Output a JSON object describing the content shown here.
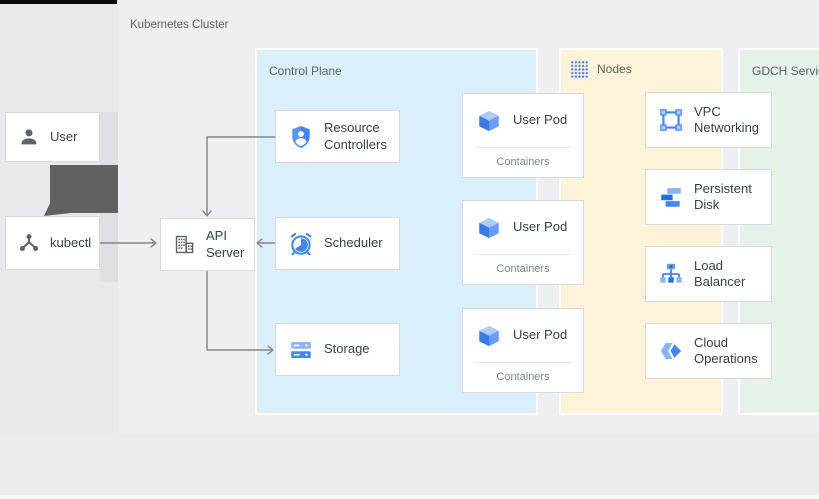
{
  "cluster": {
    "label": "Kubernetes Cluster",
    "control_plane": {
      "label": "Control Plane",
      "cards": {
        "resource_controllers": {
          "label": "Resource Controllers",
          "icon": "shield-person-icon"
        },
        "api_server": {
          "label": "API Server",
          "icon": "building-icon"
        },
        "scheduler": {
          "label": "Scheduler",
          "icon": "alarm-clock-icon"
        },
        "storage": {
          "label": "Storage",
          "icon": "server-stack-icon"
        }
      }
    },
    "nodes": {
      "label": "Nodes",
      "icon": "dot-grid-icon",
      "pods": [
        {
          "label": "User Pod",
          "sublabel": "Containers",
          "icon": "pod-cube-icon"
        },
        {
          "label": "User Pod",
          "sublabel": "Containers",
          "icon": "pod-cube-icon"
        },
        {
          "label": "User Pod",
          "sublabel": "Containers",
          "icon": "pod-cube-icon"
        }
      ]
    },
    "gdch_services": {
      "label": "GDCH Services",
      "cards": [
        {
          "label": "VPC Networking",
          "icon": "vpc-networking-icon"
        },
        {
          "label": "Persistent Disk",
          "icon": "persistent-disk-icon"
        },
        {
          "label": "Load Balancer",
          "icon": "load-balancer-icon"
        },
        {
          "label": "Cloud Operations",
          "icon": "cloud-operations-icon"
        }
      ]
    }
  },
  "external": {
    "user": {
      "label": "User",
      "icon": "person-icon"
    },
    "kubectl": {
      "label": "kubectl",
      "icon": "kubectl-nodes-icon"
    }
  },
  "colors": {
    "control_plane_bg": "#daeffa",
    "nodes_bg": "#fcf3d8",
    "gdch_bg": "#e6f1e8",
    "card_bg": "#ffffff",
    "accent_blue": "#4285f4",
    "arrow_gray": "#80868b",
    "dark_arrow_block": "#616161"
  }
}
